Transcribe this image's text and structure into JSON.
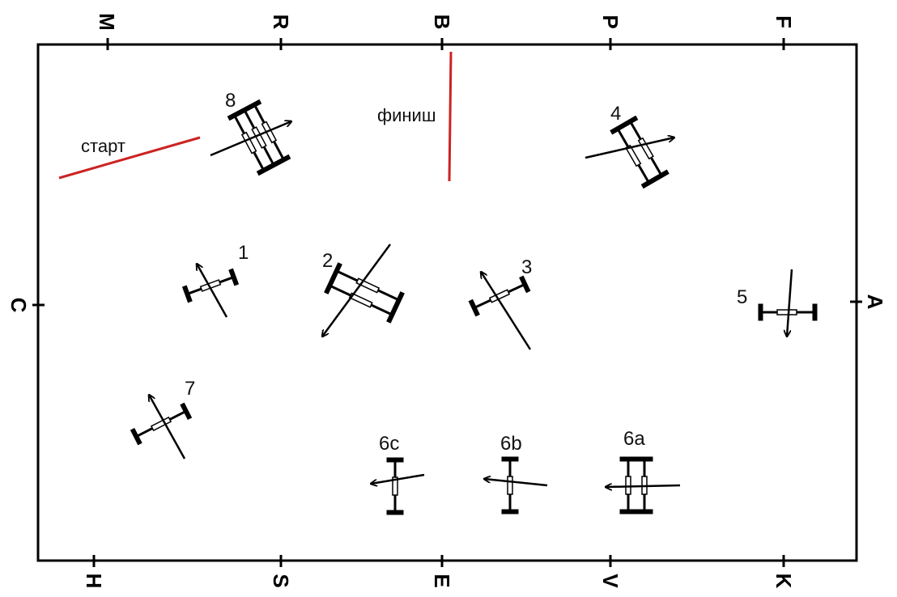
{
  "arena": {
    "border_color": "#000000",
    "gate_color": "#cc2222",
    "top_markers": [
      "M",
      "R",
      "B",
      "P",
      "F"
    ],
    "bottom_markers": [
      "H",
      "S",
      "E",
      "V",
      "K"
    ],
    "left_marker": "C",
    "right_marker": "A"
  },
  "labels": {
    "start": "старт",
    "finish": "финиш"
  },
  "obstacles": [
    {
      "id": "1",
      "label": "1"
    },
    {
      "id": "2",
      "label": "2"
    },
    {
      "id": "3",
      "label": "3"
    },
    {
      "id": "4",
      "label": "4"
    },
    {
      "id": "5",
      "label": "5"
    },
    {
      "id": "6a",
      "label": "6a"
    },
    {
      "id": "6b",
      "label": "6b"
    },
    {
      "id": "6c",
      "label": "6c"
    },
    {
      "id": "7",
      "label": "7"
    },
    {
      "id": "8",
      "label": "8"
    }
  ]
}
